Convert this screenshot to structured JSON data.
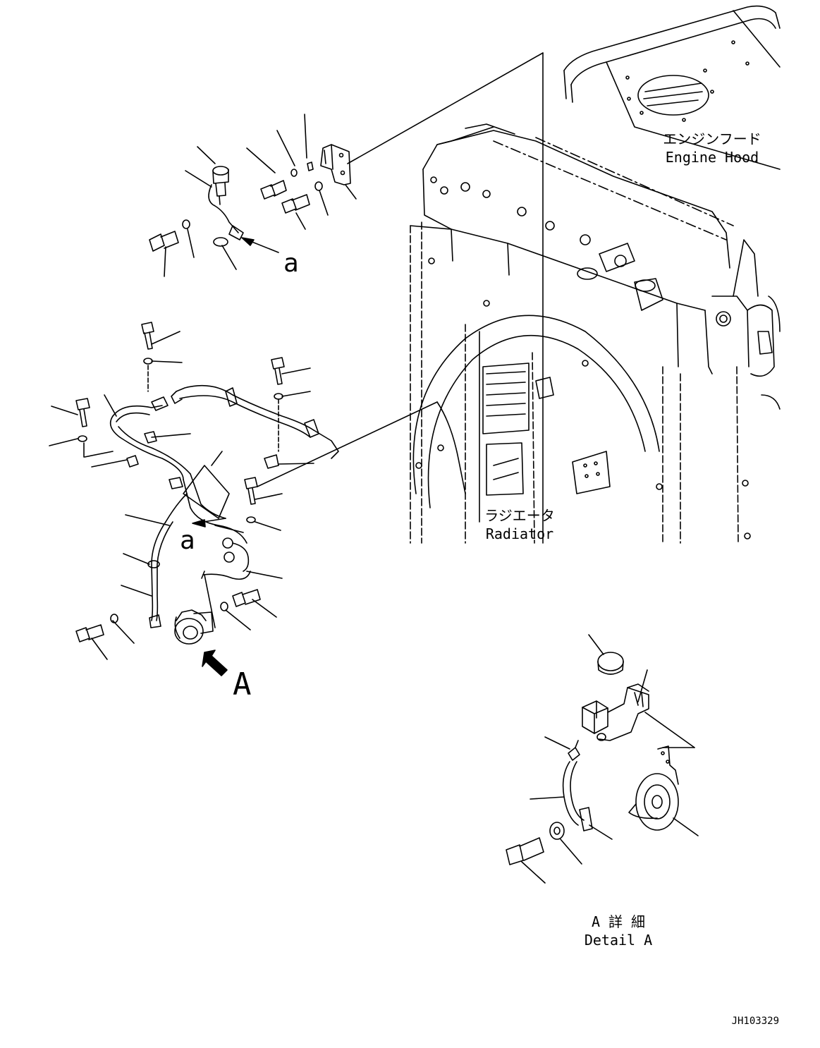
{
  "labels": {
    "engine_hood_ja": "エンジンフード",
    "engine_hood_en": "Engine Hood",
    "radiator_ja": "ラジエータ",
    "radiator_en": "Radiator",
    "ref_a_upper": "a",
    "ref_a_lower": "a",
    "view_a": "A",
    "detail_a_ja": "A 詳 細",
    "detail_a_en": "Detail A",
    "drawing_id": "JH103329"
  }
}
